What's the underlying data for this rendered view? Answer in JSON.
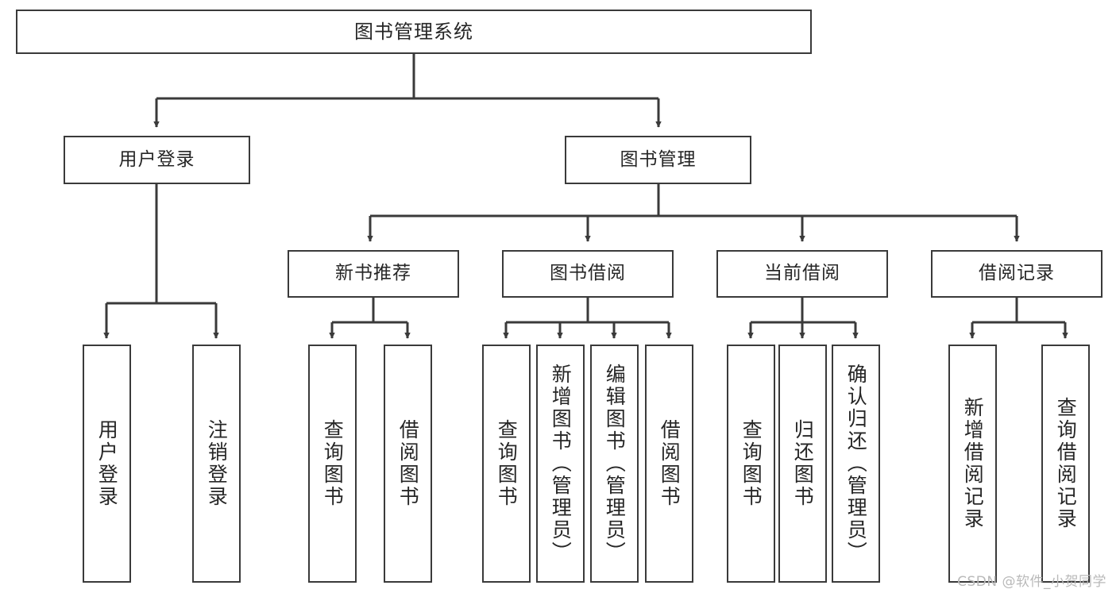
{
  "diagram": {
    "title": "图书管理系统",
    "type": "tree-hierarchy-chart",
    "watermark": "CSDN @软件_小贺同学",
    "colors": {
      "box_border": "#3a3a3a",
      "box_fill": "#ffffff",
      "connector": "#3a3a3a",
      "text": "#262626",
      "watermark": "#b9b9b9",
      "background": "#ffffff"
    },
    "levels": {
      "root": {
        "label": "图书管理系统"
      },
      "level2": [
        {
          "label": "用户登录"
        },
        {
          "label": "图书管理"
        }
      ],
      "level3": [
        {
          "label": "新书推荐"
        },
        {
          "label": "图书借阅"
        },
        {
          "label": "当前借阅"
        },
        {
          "label": "借阅记录"
        }
      ],
      "leaves": {
        "user_login": [
          {
            "label": "用户登录"
          },
          {
            "label": "注销登录"
          }
        ],
        "new_book_recommend": [
          {
            "label": "查询图书"
          },
          {
            "label": "借阅图书"
          }
        ],
        "book_borrow": [
          {
            "label": "查询图书"
          },
          {
            "label": "新增图书（管理员）"
          },
          {
            "label": "编辑图书（管理员）"
          },
          {
            "label": "借阅图书"
          }
        ],
        "current_borrow": [
          {
            "label": "查询图书"
          },
          {
            "label": "归还图书"
          },
          {
            "label": "确认归还（管理员）"
          }
        ],
        "borrow_record": [
          {
            "label": "新增借阅记录"
          },
          {
            "label": "查询借阅记录"
          }
        ]
      }
    }
  }
}
